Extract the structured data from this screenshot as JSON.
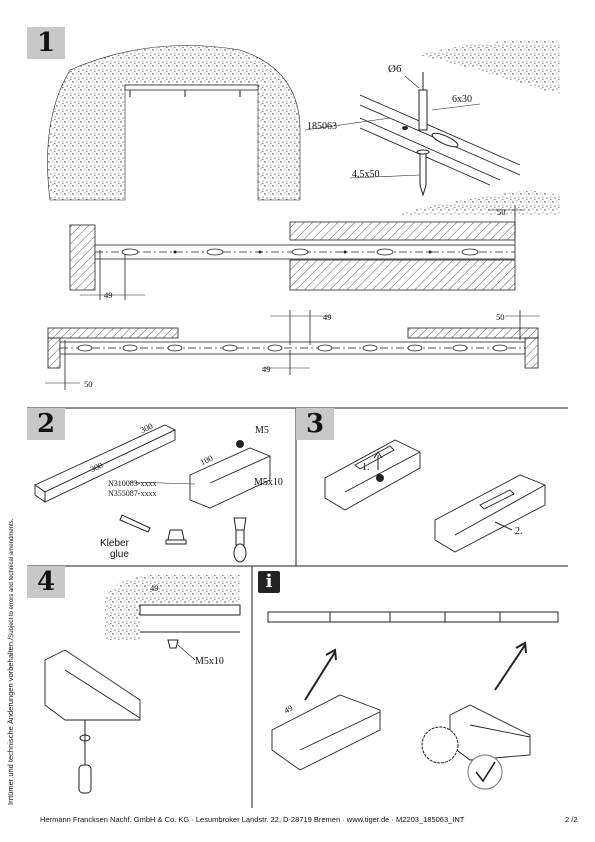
{
  "steps": {
    "s1": "1",
    "s2": "2",
    "s3": "3",
    "s4": "4",
    "info": "i"
  },
  "step1": {
    "dia": "Ø6",
    "screw_6x30": "6x30",
    "profile": "185063",
    "screw_45x50": "4,5x50",
    "d50a": "50",
    "d49a": "49",
    "d49b": "49",
    "d49c": "49",
    "d50b": "50",
    "d50c": "50"
  },
  "step2": {
    "d300a": "300",
    "d300b": "300",
    "d100": "100",
    "m5": "M5",
    "m5x10": "M5x10",
    "art1": "N310083-xxxx",
    "art2": "N355087-xxxx",
    "kleber": "Kleber",
    "glue": "glue"
  },
  "step3": {
    "n1": "1.",
    "n2": "2."
  },
  "step4": {
    "d49": "49",
    "m5x10": "M5x10"
  },
  "info_panel": {
    "d49": "49"
  },
  "sidebar": {
    "main": "Irrtümer und technische Änderungen vorbehalten./",
    "small": "Subject to errors and technical amendments."
  },
  "footer": {
    "text": "Hermann Francksen Nachf. GmbH & Co. KG · Lesumbroker Landstr. 22, D-28719 Bremen · www.tiger.de · M2203_185063_INT",
    "page": "2 /2"
  },
  "colors": {
    "stepbox": "#c8c8c8",
    "ink": "#111111"
  },
  "icons": [
    "arrow-up-icon",
    "check-circle-icon",
    "saw-blade-icon",
    "screwdriver-icon",
    "glue-tube-icon"
  ]
}
